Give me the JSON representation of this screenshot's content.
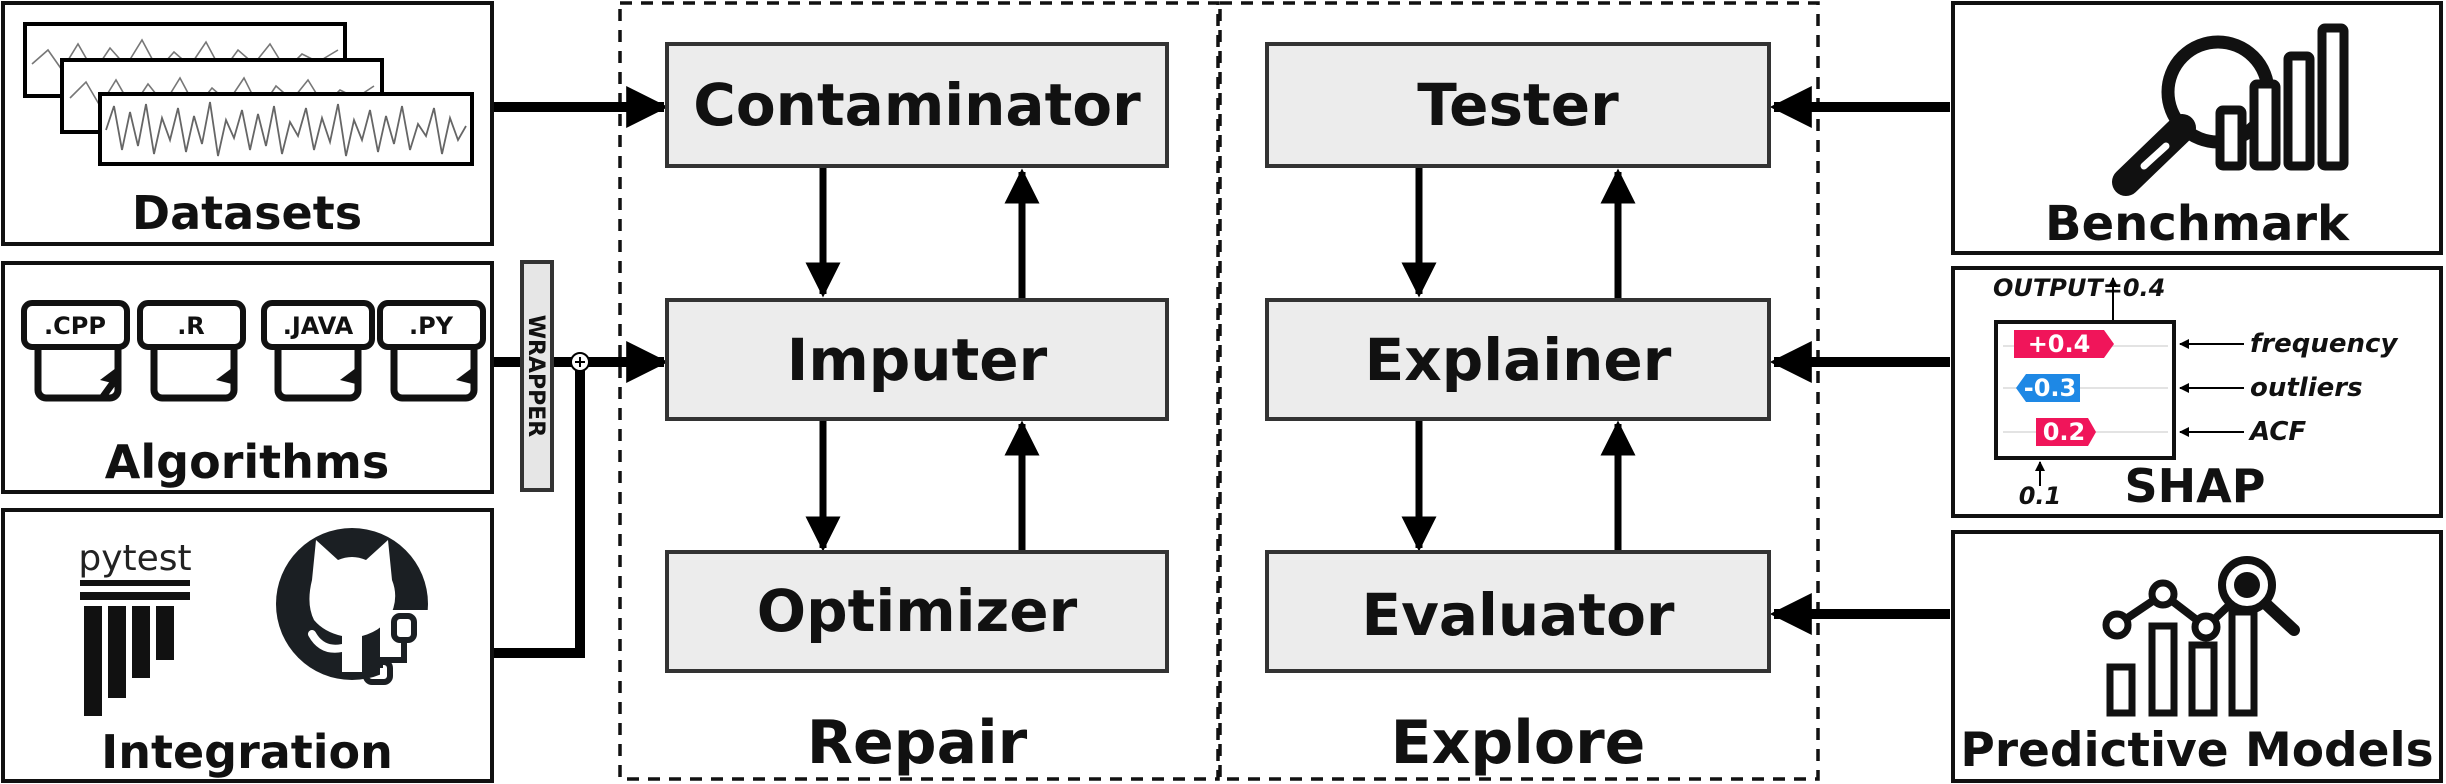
{
  "left_inputs": {
    "datasets": "Datasets",
    "algorithms": "Algorithms",
    "algorithm_files": [
      ".CPP",
      ".R",
      ".JAVA",
      ".PY"
    ],
    "wrapper": "WRAPPER",
    "integration": "Integration",
    "pytest": "pytest"
  },
  "repair": {
    "title": "Repair",
    "modules": [
      "Contaminator",
      "Imputer",
      "Optimizer"
    ]
  },
  "explore": {
    "title": "Explore",
    "modules": [
      "Tester",
      "Explainer",
      "Evaluator"
    ]
  },
  "right_inputs": {
    "benchmark": "Benchmark",
    "shap": {
      "title": "SHAP",
      "output_label": "OUTPUT=0.4",
      "base_label": "0.1",
      "rows": [
        {
          "value": "+0.4",
          "feature": "frequency",
          "color": "#f0155a"
        },
        {
          "value": "-0.3",
          "feature": "outliers",
          "color": "#1e88e5"
        },
        {
          "value": "0.2",
          "feature": "ACF",
          "color": "#f0155a"
        }
      ]
    },
    "predictive_models": "Predictive Models"
  },
  "colors": {
    "module_fill": "#ececec",
    "shap_positive": "#f0155a",
    "shap_negative": "#1e88e5"
  }
}
